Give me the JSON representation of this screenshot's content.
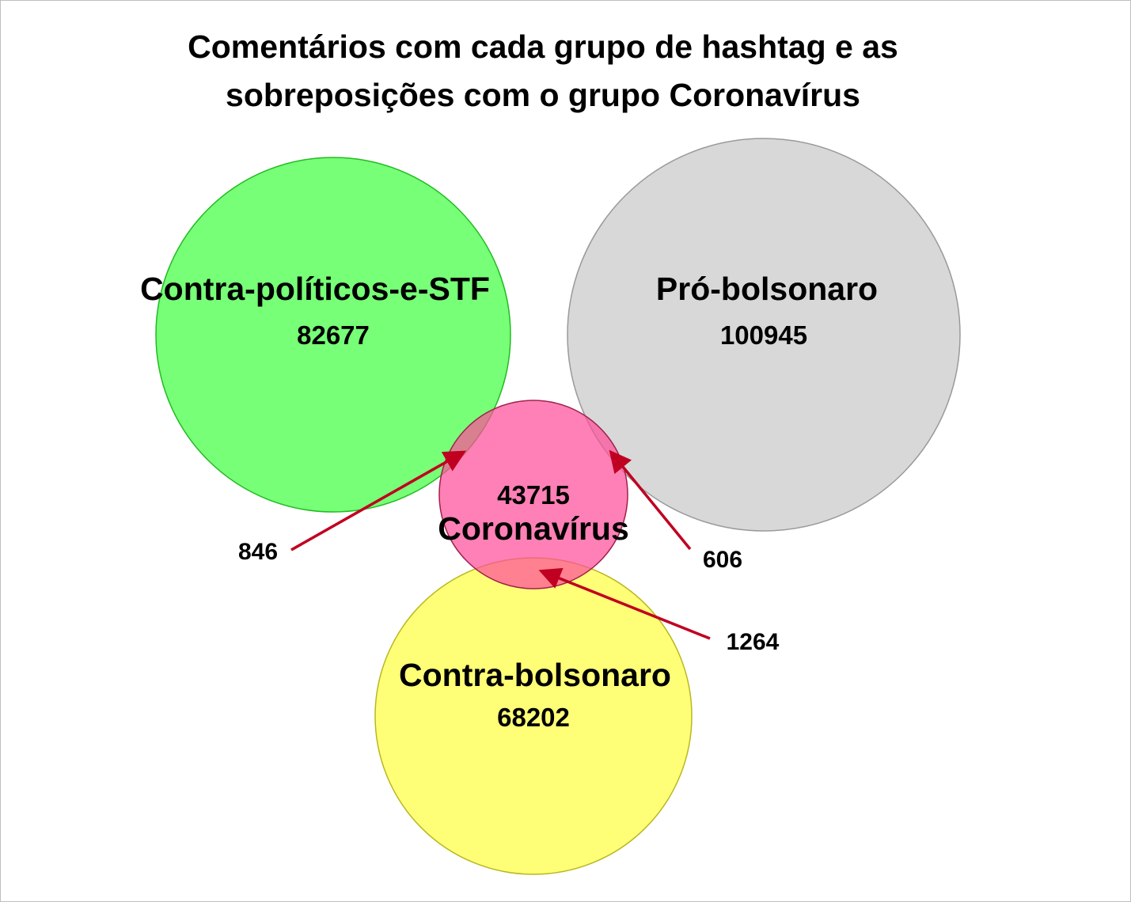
{
  "title": {
    "line1": "Comentários com cada grupo de hashtag e as",
    "line2": "sobreposições com o grupo Coronavírus"
  },
  "groups": [
    {
      "key": "contra_politicos",
      "name": "Contra-políticos-e-STF",
      "count": "82677",
      "fill": "#77ff77",
      "stroke": "#22bb22"
    },
    {
      "key": "pro_bolsonaro",
      "name": "Pró-bolsonaro",
      "count": "100945",
      "fill": "#d8d8d8",
      "stroke": "#9a9a9a"
    },
    {
      "key": "contra_bolsonaro",
      "name": "Contra-bolsonaro",
      "count": "68202",
      "fill": "#ffff77",
      "stroke": "#b8b820"
    },
    {
      "key": "coronavirus",
      "name": "Coronavírus",
      "count": "43715",
      "fill": "#ff4f9a",
      "stroke": "#a0204a"
    }
  ],
  "overlaps": [
    {
      "with": "Contra-políticos-e-STF",
      "count": "846"
    },
    {
      "with": "Pró-bolsonaro",
      "count": "606"
    },
    {
      "with": "Contra-bolsonaro",
      "count": "1264"
    }
  ],
  "arrow_color": "#c00020"
}
